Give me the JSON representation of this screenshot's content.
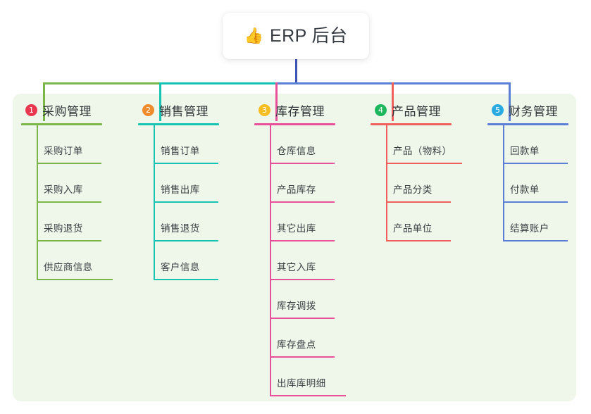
{
  "root": {
    "emoji": "👍",
    "emoji_name": "thumbs-up-icon",
    "title": "ERP 后台"
  },
  "theme": {
    "canvas_bg": "#ffffff",
    "panel_bg": "#eef7ea",
    "trunk_color": "#4054b2",
    "title_text": "#343a40",
    "leaf_text": "#3a3f44"
  },
  "chart_data": {
    "type": "diagram",
    "layout": "mind-map",
    "title": "ERP 后台",
    "branch_count": 5,
    "branches": [
      {
        "index": "1",
        "label": "采购管理",
        "badge_color": "#e8384f",
        "line_color": "#7ab648",
        "children": [
          "采购订单",
          "采购入库",
          "采购退货",
          "供应商信息"
        ]
      },
      {
        "index": "2",
        "label": "销售管理",
        "badge_color": "#f08c2e",
        "line_color": "#17c3b2",
        "children": [
          "销售订单",
          "销售出库",
          "销售退货",
          "客户信息"
        ]
      },
      {
        "index": "3",
        "label": "库存管理",
        "badge_color": "#f5bd1f",
        "line_color": "#e8519a",
        "children": [
          "仓库信息",
          "产品库存",
          "其它出库",
          "其它入库",
          "库存调拨",
          "库存盘点",
          "出库库明细"
        ]
      },
      {
        "index": "4",
        "label": "产品管理",
        "badge_color": "#1eb75e",
        "line_color": "#f0605d",
        "children": [
          "产品（物料）",
          "产品分类",
          "产品单位"
        ]
      },
      {
        "index": "5",
        "label": "财务管理",
        "badge_color": "#29abe2",
        "line_color": "#5b7fd4",
        "children": [
          "回款单",
          "付款单",
          "结算账户"
        ]
      }
    ]
  }
}
